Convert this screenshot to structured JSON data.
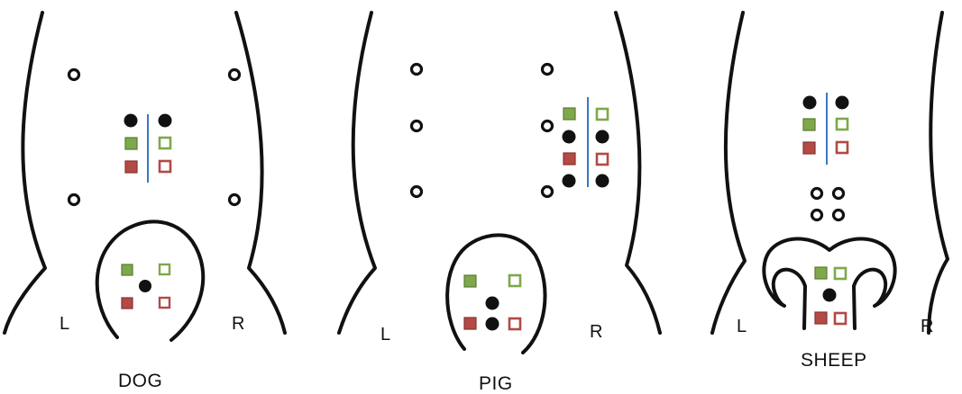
{
  "colors": {
    "outline": "#111111",
    "midline": "#3a78c2",
    "green": "#7ea84a",
    "red": "#b24a45"
  },
  "panels": [
    {
      "caption": "DOG",
      "left_label": "L",
      "right_label": "R"
    },
    {
      "caption": "PIG",
      "left_label": "L",
      "right_label": "R"
    },
    {
      "caption": "SHEEP",
      "left_label": "L",
      "right_label": "R"
    }
  ],
  "legend_symbols": {
    "open_circle": "ring-icon",
    "filled_circle": "dot-icon",
    "filled_square": "filled-square-icon",
    "open_square": "open-square-icon"
  }
}
